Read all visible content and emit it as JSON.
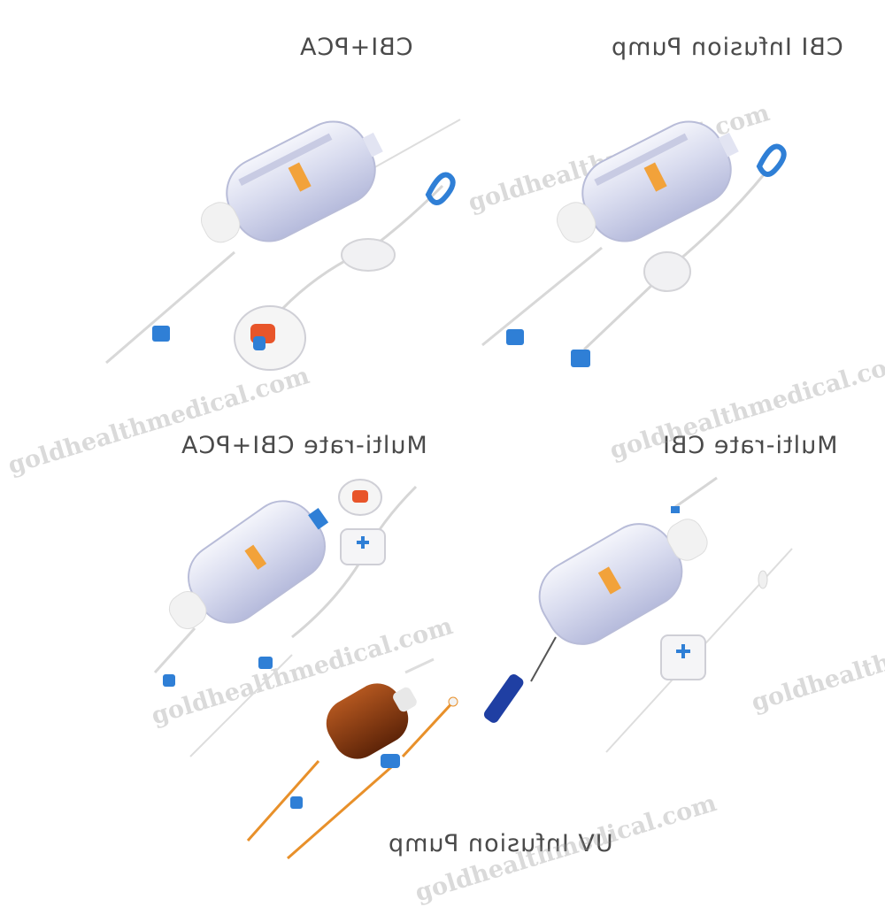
{
  "labels": {
    "cbi_pca": "CBI+PCA",
    "cbi_infusion_pump": "CBI Infusion Pump",
    "multi_rate_cbi_pca": "Multi-rate CBI+PCA",
    "multi_rate_cbi": "Multi-rate CBI",
    "uv_infusion_pump": "UV Infusion Pump"
  },
  "watermark": "goldhealthmedical.com",
  "colors": {
    "label_text": "#4a4a4a",
    "accent_blue": "#2f7fd6",
    "pca_orange": "#e8552a",
    "amber_bottle": "#8a3a10",
    "orange_tube": "#e8902a"
  }
}
